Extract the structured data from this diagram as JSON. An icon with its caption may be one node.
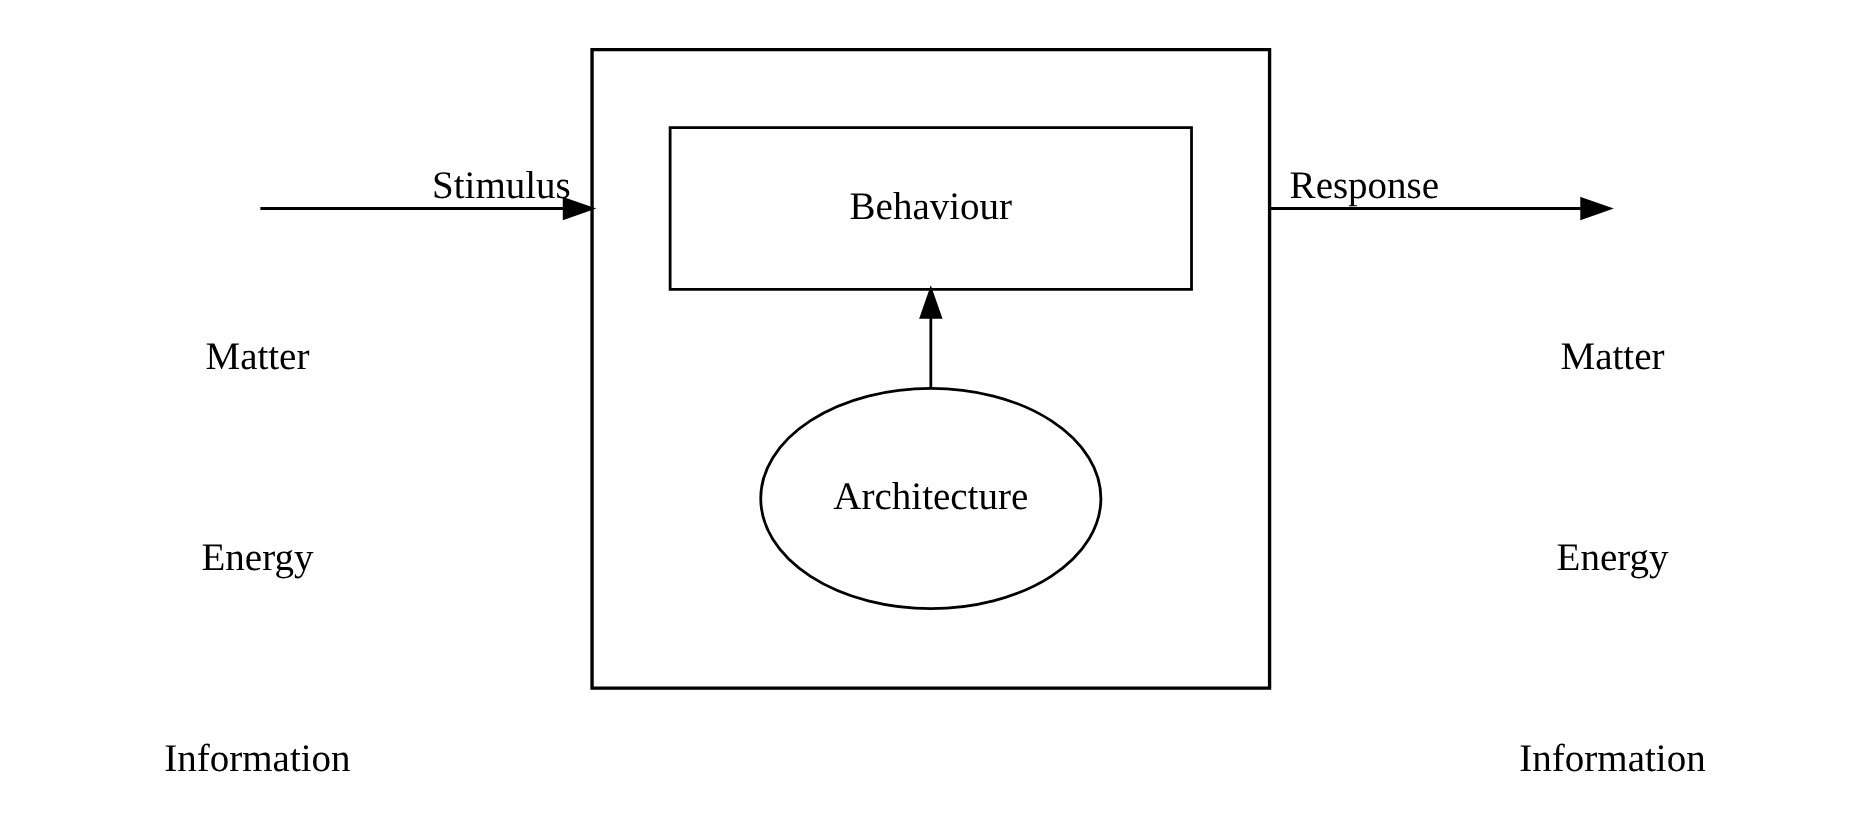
{
  "diagram": {
    "nodes": [
      {
        "text": [],
        "shape": "box"
      },
      {
        "text": [
          "Behaviour"
        ],
        "in": 0
      },
      {
        "text": [
          "Architecture"
        ],
        "in": 0
      }
    ],
    "edges": [
      {
        "from": 2,
        "to": 1,
        "arrow": "to"
      },
      {
        "from": 0,
        "to": null,
        "arrow": "to",
        "label": "Response"
      },
      {
        "from": null,
        "to": 0,
        "arrow": "to",
        "label": "Stimulus"
      }
    ],
    "labels": [
      "Matter",
      "Energy",
      "Information",
      "Matter",
      "Energy",
      "Information"
    ]
  }
}
